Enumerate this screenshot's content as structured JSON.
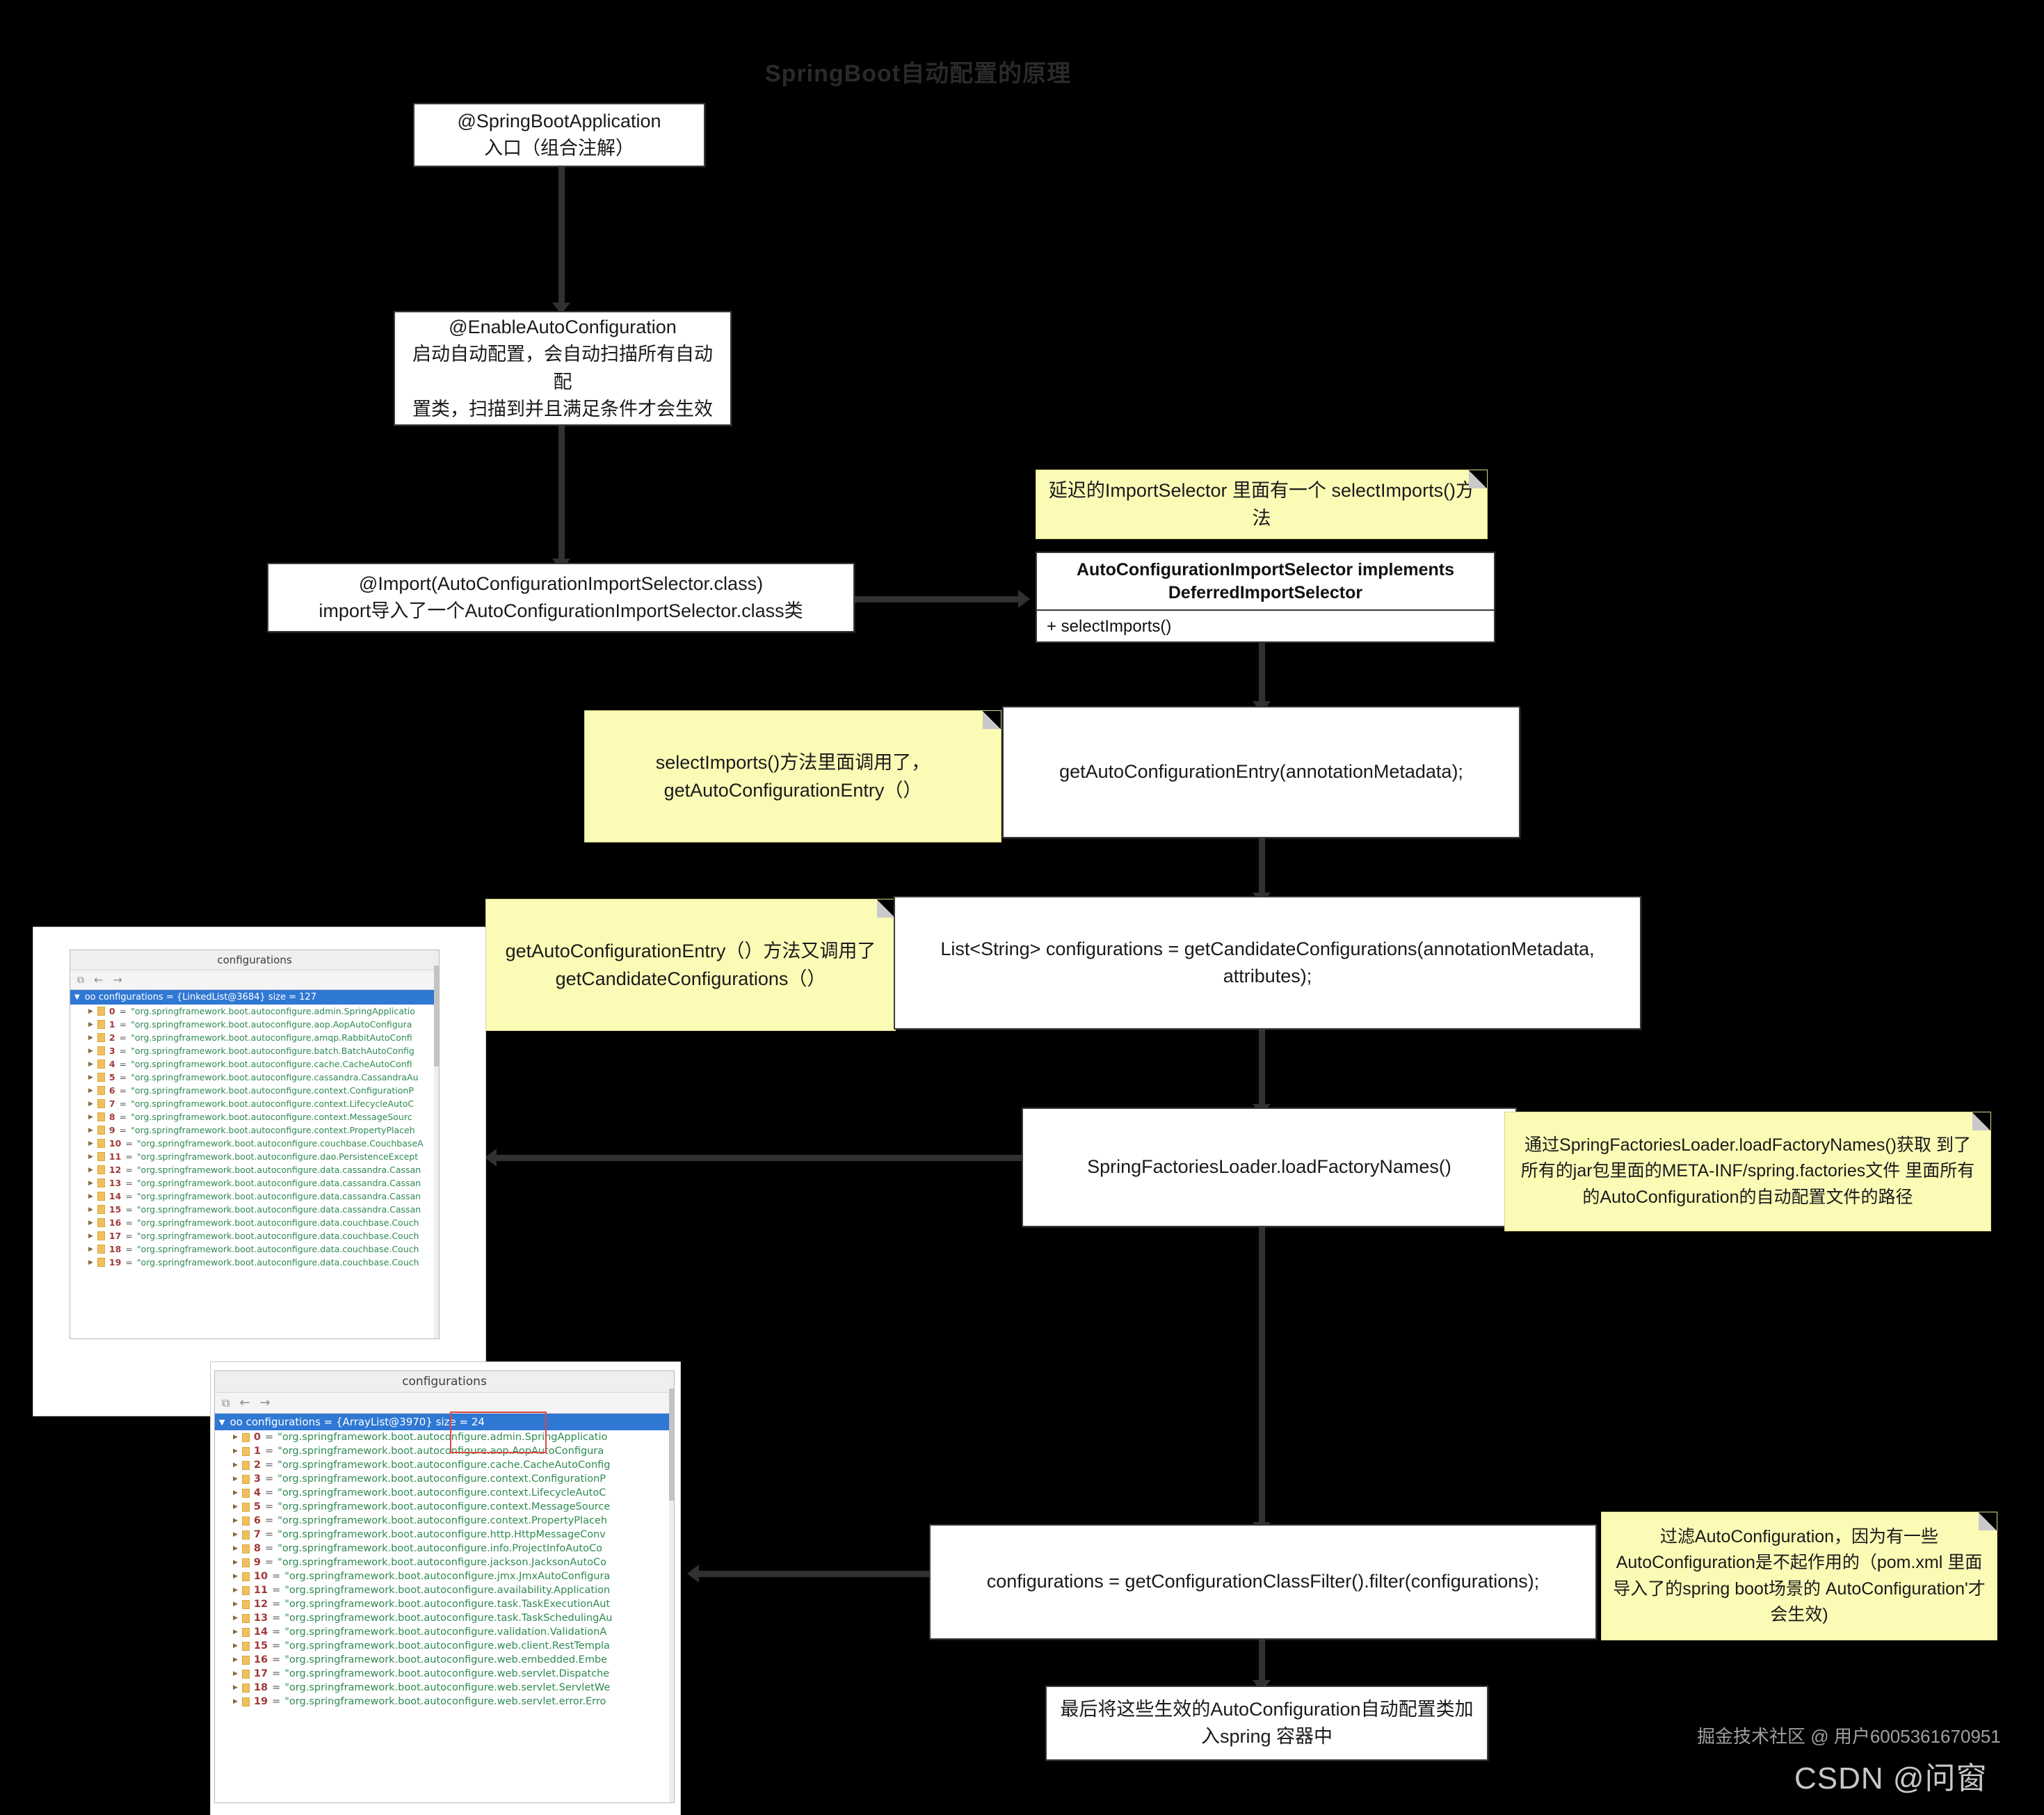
{
  "title": "SpringBoot自动配置的原理",
  "nodes": {
    "spring_boot_application": {
      "line1": "@SpringBootApplication",
      "line2": "入口（组合注解）"
    },
    "enable_auto_configuration": {
      "line1": "@EnableAutoConfiguration",
      "line2": "启动自动配置，会自动扫描所有自动配",
      "line3": "置类，扫描到并且满足条件才会生效"
    },
    "import_selector": {
      "line1": "@Import(AutoConfigurationImportSelector.class)",
      "line2": "import导入了一个AutoConfigurationImportSelector.class类"
    },
    "get_auto_configuration_entry": {
      "line1": "getAutoConfigurationEntry(annotationMetadata);"
    },
    "candidate_configurations": {
      "line1": "List<String> configurations = getCandidateConfigurations(annotationMetadata,",
      "line2": "attributes);"
    },
    "spring_factories_loader": {
      "line1": "SpringFactoriesLoader.loadFactoryNames()"
    },
    "configuration_class_filter": {
      "line1": "configurations = getConfigurationClassFilter().filter(configurations);"
    },
    "final_register": {
      "line1": "最后将这些生效的AutoConfiguration自动配置类加",
      "line2": "入spring 容器中"
    }
  },
  "uml": {
    "title_line1": "AutoConfigurationImportSelector",
    "title_line2": "implements DeferredImportSelector",
    "method": "+ selectImports()"
  },
  "notes": {
    "deferred_import_selector": {
      "line1": "延迟的ImportSelector",
      "line2": "里面有一个 selectImports()方法"
    },
    "select_imports_calls": {
      "line1": "selectImports()方法里面调用了，",
      "line2": "getAutoConfigurationEntry（）"
    },
    "entry_calls_candidates": {
      "line1": "getAutoConfigurationEntry（）方法又调用了",
      "line2": "getCandidateConfigurations（）"
    },
    "load_factory_names": {
      "line1": "通过SpringFactoriesLoader.loadFactoryNames()获取",
      "line2": "到了所有的jar包里面的META-INF/spring.factories文件",
      "line3": "里面所有的AutoConfiguration的自动配置文件的路径"
    },
    "filter_note": {
      "line1": "过滤AutoConfiguration，因为有一些",
      "line2": "AutoConfiguration是不起作用的（pom.xml",
      "line3": "里面导入了的spring boot场景的",
      "line4": "AutoConfiguration'才会生效)"
    }
  },
  "debugger_panels": [
    {
      "window_title": "configurations",
      "toolbar_icons": [
        "copy-icon",
        "back-arrow-icon",
        "forward-arrow-icon"
      ],
      "selected_row": "oo configurations = {LinkedList@3684}  size = 127",
      "size_value": "127",
      "rows": [
        {
          "index": "0",
          "value": "\"org.springframework.boot.autoconfigure.admin.SpringApplicatio"
        },
        {
          "index": "1",
          "value": "\"org.springframework.boot.autoconfigure.aop.AopAutoConfigura"
        },
        {
          "index": "2",
          "value": "\"org.springframework.boot.autoconfigure.amqp.RabbitAutoConfi"
        },
        {
          "index": "3",
          "value": "\"org.springframework.boot.autoconfigure.batch.BatchAutoConfig"
        },
        {
          "index": "4",
          "value": "\"org.springframework.boot.autoconfigure.cache.CacheAutoConfi"
        },
        {
          "index": "5",
          "value": "\"org.springframework.boot.autoconfigure.cassandra.CassandraAu"
        },
        {
          "index": "6",
          "value": "\"org.springframework.boot.autoconfigure.context.ConfigurationP"
        },
        {
          "index": "7",
          "value": "\"org.springframework.boot.autoconfigure.context.LifecycleAutoC"
        },
        {
          "index": "8",
          "value": "\"org.springframework.boot.autoconfigure.context.MessageSourc"
        },
        {
          "index": "9",
          "value": "\"org.springframework.boot.autoconfigure.context.PropertyPlaceh"
        },
        {
          "index": "10",
          "value": "\"org.springframework.boot.autoconfigure.couchbase.CouchbaseA"
        },
        {
          "index": "11",
          "value": "\"org.springframework.boot.autoconfigure.dao.PersistenceExcept"
        },
        {
          "index": "12",
          "value": "\"org.springframework.boot.autoconfigure.data.cassandra.Cassan"
        },
        {
          "index": "13",
          "value": "\"org.springframework.boot.autoconfigure.data.cassandra.Cassan"
        },
        {
          "index": "14",
          "value": "\"org.springframework.boot.autoconfigure.data.cassandra.Cassan"
        },
        {
          "index": "15",
          "value": "\"org.springframework.boot.autoconfigure.data.cassandra.Cassan"
        },
        {
          "index": "16",
          "value": "\"org.springframework.boot.autoconfigure.data.couchbase.Couch"
        },
        {
          "index": "17",
          "value": "\"org.springframework.boot.autoconfigure.data.couchbase.Couch"
        },
        {
          "index": "18",
          "value": "\"org.springframework.boot.autoconfigure.data.couchbase.Couch"
        },
        {
          "index": "19",
          "value": "\"org.springframework.boot.autoconfigure.data.couchbase.Couch"
        }
      ]
    },
    {
      "window_title": "configurations",
      "toolbar_icons": [
        "copy-icon",
        "back-arrow-icon",
        "forward-arrow-icon"
      ],
      "selected_row": "oo configurations = {ArrayList@3970}  size = 24",
      "size_value": "24",
      "rows": [
        {
          "index": "0",
          "value": "\"org.springframework.boot.autoconfigure.admin.SpringApplicatio"
        },
        {
          "index": "1",
          "value": "\"org.springframework.boot.autoconfigure.aop.AopAutoConfigura"
        },
        {
          "index": "2",
          "value": "\"org.springframework.boot.autoconfigure.cache.CacheAutoConfig"
        },
        {
          "index": "3",
          "value": "\"org.springframework.boot.autoconfigure.context.ConfigurationP"
        },
        {
          "index": "4",
          "value": "\"org.springframework.boot.autoconfigure.context.LifecycleAutoC"
        },
        {
          "index": "5",
          "value": "\"org.springframework.boot.autoconfigure.context.MessageSource"
        },
        {
          "index": "6",
          "value": "\"org.springframework.boot.autoconfigure.context.PropertyPlaceh"
        },
        {
          "index": "7",
          "value": "\"org.springframework.boot.autoconfigure.http.HttpMessageConv"
        },
        {
          "index": "8",
          "value": "\"org.springframework.boot.autoconfigure.info.ProjectInfoAutoCo"
        },
        {
          "index": "9",
          "value": "\"org.springframework.boot.autoconfigure.jackson.JacksonAutoCo"
        },
        {
          "index": "10",
          "value": "\"org.springframework.boot.autoconfigure.jmx.JmxAutoConfigura"
        },
        {
          "index": "11",
          "value": "\"org.springframework.boot.autoconfigure.availability.Application"
        },
        {
          "index": "12",
          "value": "\"org.springframework.boot.autoconfigure.task.TaskExecutionAut"
        },
        {
          "index": "13",
          "value": "\"org.springframework.boot.autoconfigure.task.TaskSchedulingAu"
        },
        {
          "index": "14",
          "value": "\"org.springframework.boot.autoconfigure.validation.ValidationA"
        },
        {
          "index": "15",
          "value": "\"org.springframework.boot.autoconfigure.web.client.RestTempla"
        },
        {
          "index": "16",
          "value": "\"org.springframework.boot.autoconfigure.web.embedded.Embe"
        },
        {
          "index": "17",
          "value": "\"org.springframework.boot.autoconfigure.web.servlet.Dispatche"
        },
        {
          "index": "18",
          "value": "\"org.springframework.boot.autoconfigure.web.servlet.ServletWe"
        },
        {
          "index": "19",
          "value": "\"org.springframework.boot.autoconfigure.web.servlet.error.Erro"
        }
      ]
    }
  ],
  "watermarks": {
    "juejin": "掘金技术社区 @ 用户6005361670951",
    "csdn": "CSDN @问窗"
  },
  "colors": {
    "note_bg": "#fbfbb6",
    "node_bg": "#ffffff",
    "connector": "#313131",
    "selected_row_bg": "#2f78d4",
    "value_green": "#2e8a52",
    "index_red": "#a03a3a",
    "redbox": "#e04545"
  }
}
